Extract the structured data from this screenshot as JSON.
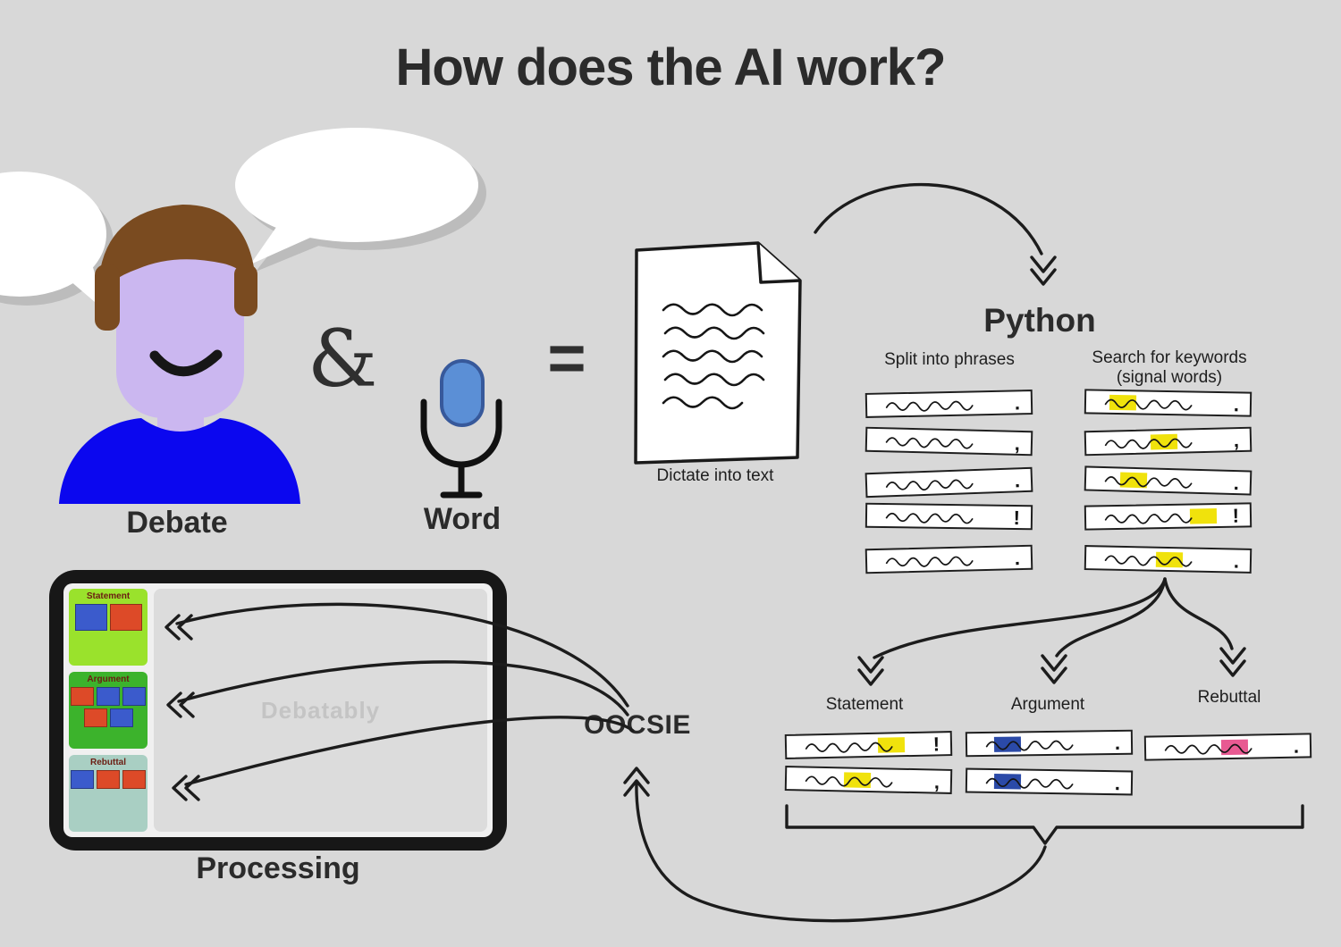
{
  "title": "How does the AI work?",
  "colors": {
    "bg": "#d8d8d8",
    "ink": "#2b2b2b",
    "hl-yellow": "#f0e20c",
    "hl-blue": "#2b4aa8",
    "hl-pink": "#e85a92",
    "shirt": "#0b07ef",
    "face": "#cbb7f0",
    "hair": "#7a4b20",
    "mic": "#5b8fd6",
    "panel-statement": "#9ae22c",
    "panel-argument": "#3cb32c",
    "panel-rebuttal": "#a9cfc3"
  },
  "inputs": {
    "debate_label": "Debate",
    "ampersand": "&",
    "word_label": "Word",
    "equals": "=",
    "document_caption": "Dictate into text"
  },
  "python": {
    "heading": "Python",
    "split_header": "Split into phrases",
    "search_header_line1": "Search for keywords",
    "search_header_line2": "(signal words)",
    "left_strips": [
      {
        "punct": "."
      },
      {
        "punct": ","
      },
      {
        "punct": "."
      },
      {
        "punct": "!"
      },
      {
        "punct": "."
      }
    ],
    "right_strips": [
      {
        "punct": "."
      },
      {
        "punct": ","
      },
      {
        "punct": "."
      },
      {
        "punct": "!"
      },
      {
        "punct": "."
      }
    ]
  },
  "categories": {
    "statement": {
      "label": "Statement",
      "strips": [
        {
          "punct": "!"
        },
        {
          "punct": ","
        }
      ]
    },
    "argument": {
      "label": "Argument",
      "strips": [
        {
          "punct": "."
        },
        {
          "punct": "."
        }
      ]
    },
    "rebuttal": {
      "label": "Rebuttal",
      "strips": [
        {
          "punct": "."
        }
      ]
    }
  },
  "oocsie_label": "OOCSIE",
  "screen": {
    "watermark": "Debatably",
    "caption": "Processing",
    "panels": [
      {
        "title": "Statement"
      },
      {
        "title": "Argument"
      },
      {
        "title": "Rebuttal"
      }
    ]
  }
}
